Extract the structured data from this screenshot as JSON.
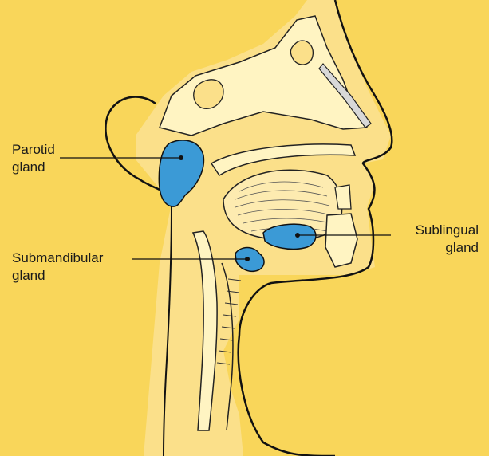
{
  "colors": {
    "background": "#F9D65A",
    "tissue": "#FBE08A",
    "bone": "#FFF4C2",
    "gland": "#3B9AD6",
    "outline": "#111111"
  },
  "labels": {
    "parotid": [
      "Parotid",
      "gland"
    ],
    "submandibular": [
      "Submandibular",
      "gland"
    ],
    "sublingual": [
      "Sublingual",
      "gland"
    ]
  }
}
